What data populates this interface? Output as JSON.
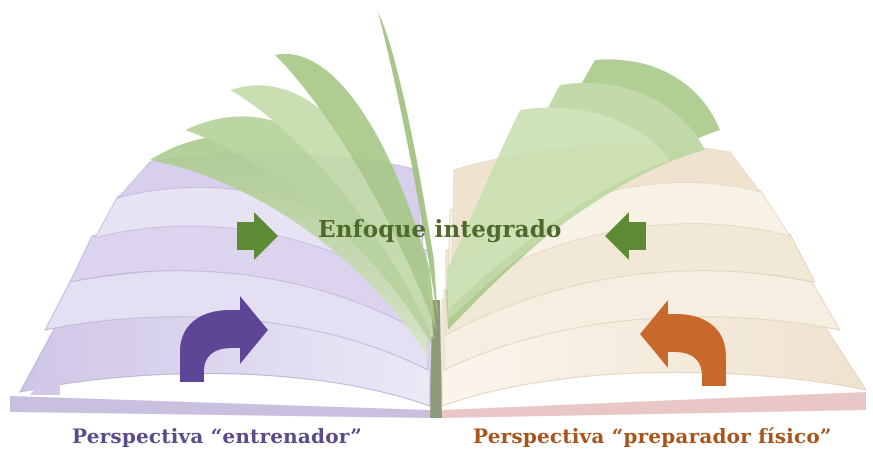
{
  "labels": {
    "center": "Enfoque integrado",
    "left": "Perspectiva “entrenador”",
    "right": "Perspectiva “preparador físico”"
  },
  "colors": {
    "left_pages": "#ddd6ef",
    "right_pages": "#f7efe2",
    "center_pages": "#b9d39d",
    "green_arrow": "#5d8a35",
    "purple_arrow": "#5e4696",
    "orange_arrow": "#c8682a",
    "center_text": "#4d6a2a",
    "left_text": "#5b4b8a",
    "right_text": "#a8541c"
  },
  "icons": {
    "left_green_arrow": "arrow-right-icon",
    "right_green_arrow": "arrow-left-icon",
    "purple_arrow": "curved-arrow-right-icon",
    "orange_arrow": "curved-arrow-left-icon"
  }
}
